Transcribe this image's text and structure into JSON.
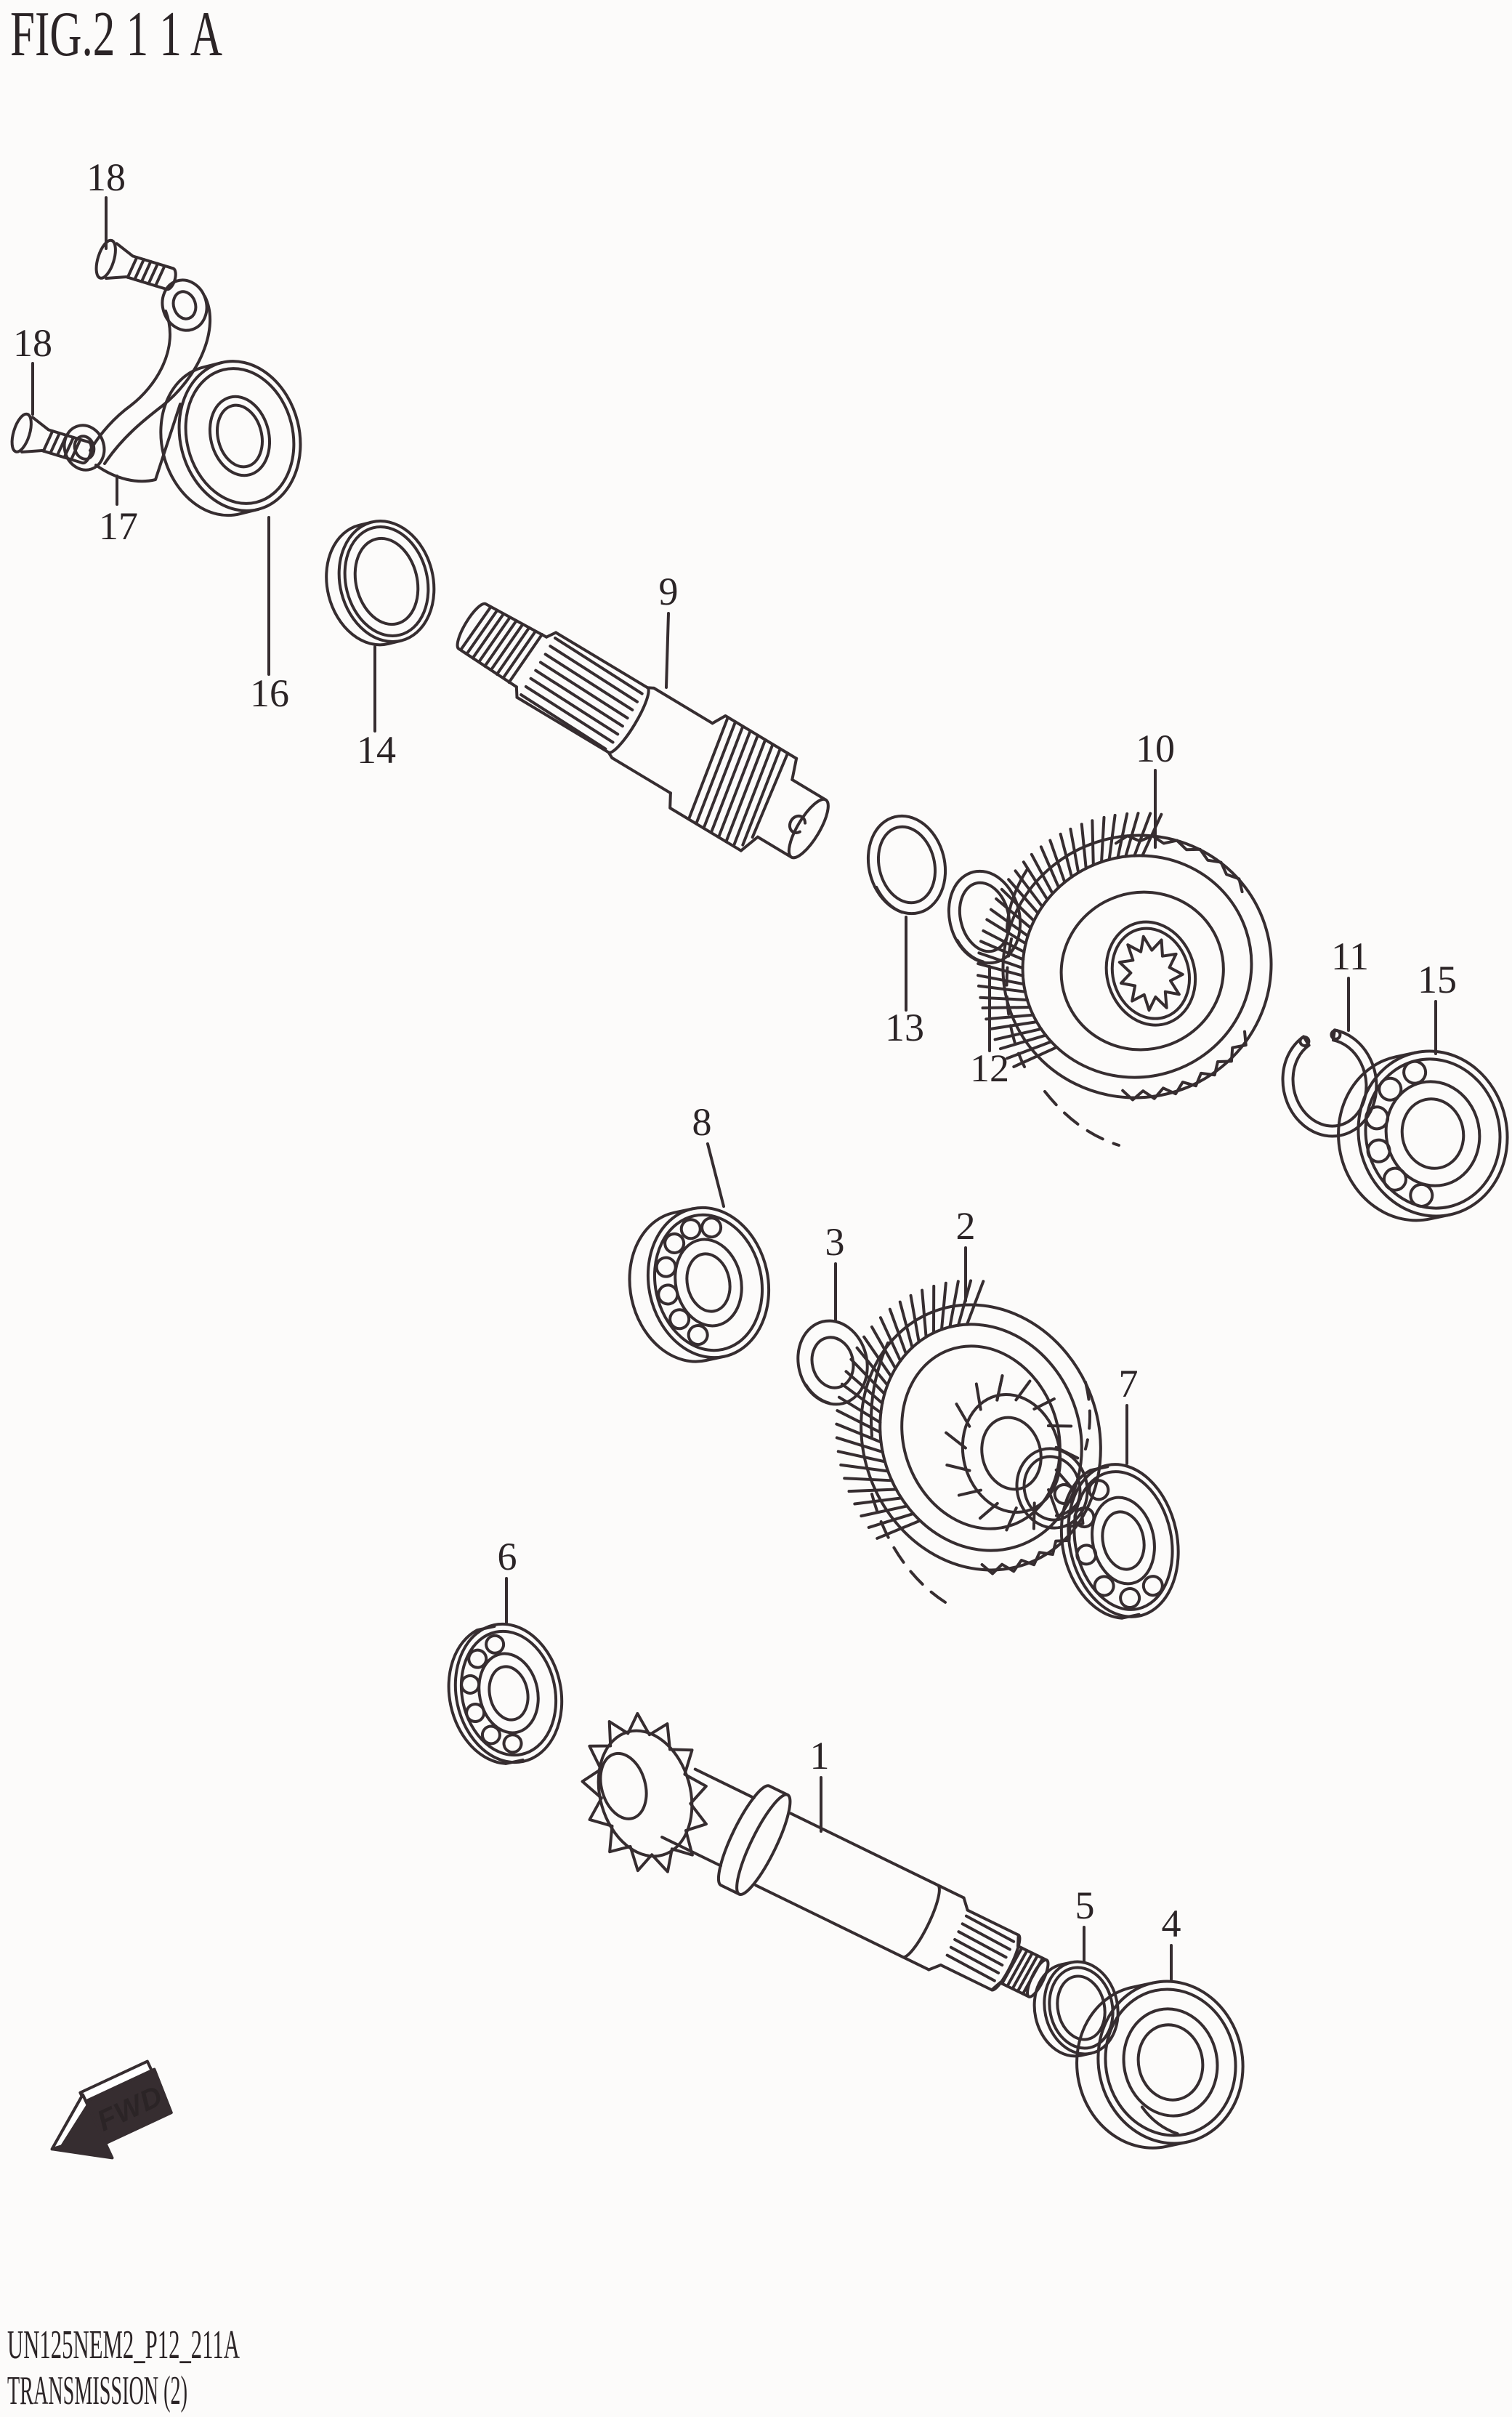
{
  "figure": {
    "title": "FIG.2 1 1 A"
  },
  "footer": {
    "code": "UN125NEM2_P12_211A",
    "caption": "TRANSMISSION (2)"
  },
  "fwd": {
    "label": "FWD"
  },
  "colors": {
    "line": "#362d30",
    "background": "#fcfbfa",
    "text": "#2b2426"
  },
  "parts": [
    {
      "ref": "18",
      "name": "flat-screw-upper"
    },
    {
      "ref": "18",
      "name": "flat-screw-left"
    },
    {
      "ref": "17",
      "name": "bearing-retainer-bracket"
    },
    {
      "ref": "16",
      "name": "bearing-upper"
    },
    {
      "ref": "14",
      "name": "oil-seal-upper"
    },
    {
      "ref": "9",
      "name": "countershaft"
    },
    {
      "ref": "13",
      "name": "washer-large"
    },
    {
      "ref": "12",
      "name": "washer-small"
    },
    {
      "ref": "10",
      "name": "final-driven-gear"
    },
    {
      "ref": "11",
      "name": "circlip"
    },
    {
      "ref": "15",
      "name": "bearing-right"
    },
    {
      "ref": "8",
      "name": "bearing-middle"
    },
    {
      "ref": "3",
      "name": "washer-middle"
    },
    {
      "ref": "2",
      "name": "final-drive-gear"
    },
    {
      "ref": "7",
      "name": "bearing-lower-right"
    },
    {
      "ref": "6",
      "name": "bearing-lower-left"
    },
    {
      "ref": "1",
      "name": "drive-shaft"
    },
    {
      "ref": "5",
      "name": "spacer-seal"
    },
    {
      "ref": "4",
      "name": "bearing-bottom"
    }
  ]
}
